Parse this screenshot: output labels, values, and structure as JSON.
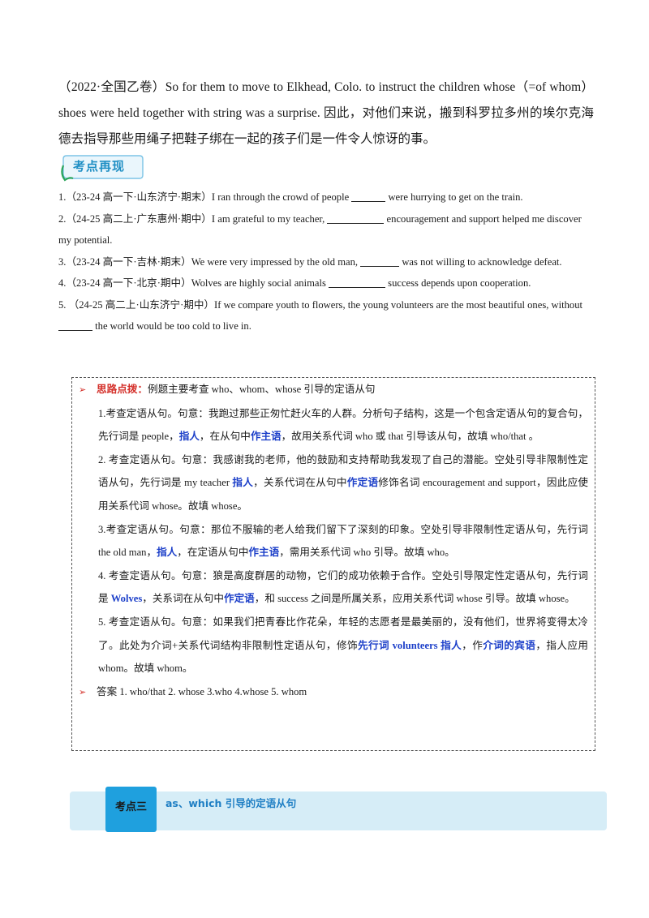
{
  "intro": {
    "text": "（2022·全国乙卷）So for them to move to Elkhead, Colo. to instruct the children whose（=of whom） shoes were held together with string was a surprise. 因此，对他们来说，搬到科罗拉多州的埃尔克海德去指导那些用绳子把鞋子绑在一起的孩子们是一件令人惊讶的事。"
  },
  "section_tag": {
    "label": "考点再现"
  },
  "exercises": [
    {
      "before": "1.（23-24 高一下·山东济宁·期末）I ran through the crowd of people ",
      "after": " were hurrying to get on the train.",
      "blank_width": 42
    },
    {
      "before": "2.（24-25 高二上·广东惠州·期中）I am grateful to my teacher, ",
      "after": " encouragement and support helped me discover my potential.",
      "blank_width": 70
    },
    {
      "before": "3.（23-24 高一下·吉林·期末）We were very impressed by the old man, ",
      "after": " was not willing to acknowledge defeat.",
      "blank_width": 48
    },
    {
      "before": "4.（23-24 高一下·北京·期中）Wolves are highly social animals ",
      "after": " success depends upon cooperation.",
      "blank_width": 70
    },
    {
      "before": "5. （24-25 高二上·山东济宁·期中）If we compare youth to flowers, the young volunteers are the most beautiful ones, without ",
      "after": " the world would be too cold to live in.",
      "blank_width": 42
    }
  ],
  "tips": {
    "header_label": "思路点拨：",
    "header_text": "例题主要考查 who、whom、whose 引导的定语从句",
    "items": [
      {
        "segs": [
          {
            "t": "1.考查定语从句。句意：我跑过那些正匆忙赶火车的人群。分析句子结构，这是一个包含定语从句的复合句，先行词是 people，"
          },
          {
            "t": "指人",
            "c": "blue"
          },
          {
            "t": "，在从句中"
          },
          {
            "t": "作主语",
            "c": "blue"
          },
          {
            "t": "，故用关系代词 who 或 that 引导该从句，故填 who/that 。"
          }
        ]
      },
      {
        "segs": [
          {
            "t": "2. 考查定语从句。句意：我感谢我的老师，他的鼓励和支持帮助我发现了自己的潜能。空处引导非限制性定语从句，先行词是 my teacher "
          },
          {
            "t": "指人",
            "c": "blue"
          },
          {
            "t": "，关系代词在从句中"
          },
          {
            "t": "作定语",
            "c": "blue"
          },
          {
            "t": "修饰名词 encouragement and support，因此应使用关系代词 whose。故填 whose。"
          }
        ]
      },
      {
        "segs": [
          {
            "t": "3.考查定语从句。句意：那位不服输的老人给我们留下了深刻的印象。空处引导非限制性定语从句，先行词 the old man，"
          },
          {
            "t": "指人",
            "c": "blue"
          },
          {
            "t": "，在定语从句中"
          },
          {
            "t": "作主语",
            "c": "blue"
          },
          {
            "t": "，需用关系代词 who 引导。故填 who。"
          }
        ]
      },
      {
        "segs": [
          {
            "t": "4. 考查定语从句。句意：狼是高度群居的动物，它们的成功依赖于合作。空处引导限定性定语从句，先行词是 "
          },
          {
            "t": "Wolves",
            "c": "blue"
          },
          {
            "t": "，关系词在从句中"
          },
          {
            "t": "作定语",
            "c": "blue"
          },
          {
            "t": "，和 success 之间是所属关系，应用关系代词 whose 引导。故填 whose。"
          }
        ]
      },
      {
        "segs": [
          {
            "t": "5. 考查定语从句。句意：如果我们把青春比作花朵，年轻的志愿者是最美丽的，没有他们，世界将变得太冷了。此处为介词+关系代词结构非限制性定语从句，修饰"
          },
          {
            "t": "先行词 volunteers 指人",
            "c": "blue"
          },
          {
            "t": "，作"
          },
          {
            "t": "介词的宾语",
            "c": "blue"
          },
          {
            "t": "，指人应用 whom。故填 whom。"
          }
        ]
      }
    ],
    "answer": "答案 1. who/that 2. whose 3.who 4.whose 5. whom"
  },
  "banner": {
    "badge": "考点三",
    "title": "as、which 引导的定语从句"
  }
}
